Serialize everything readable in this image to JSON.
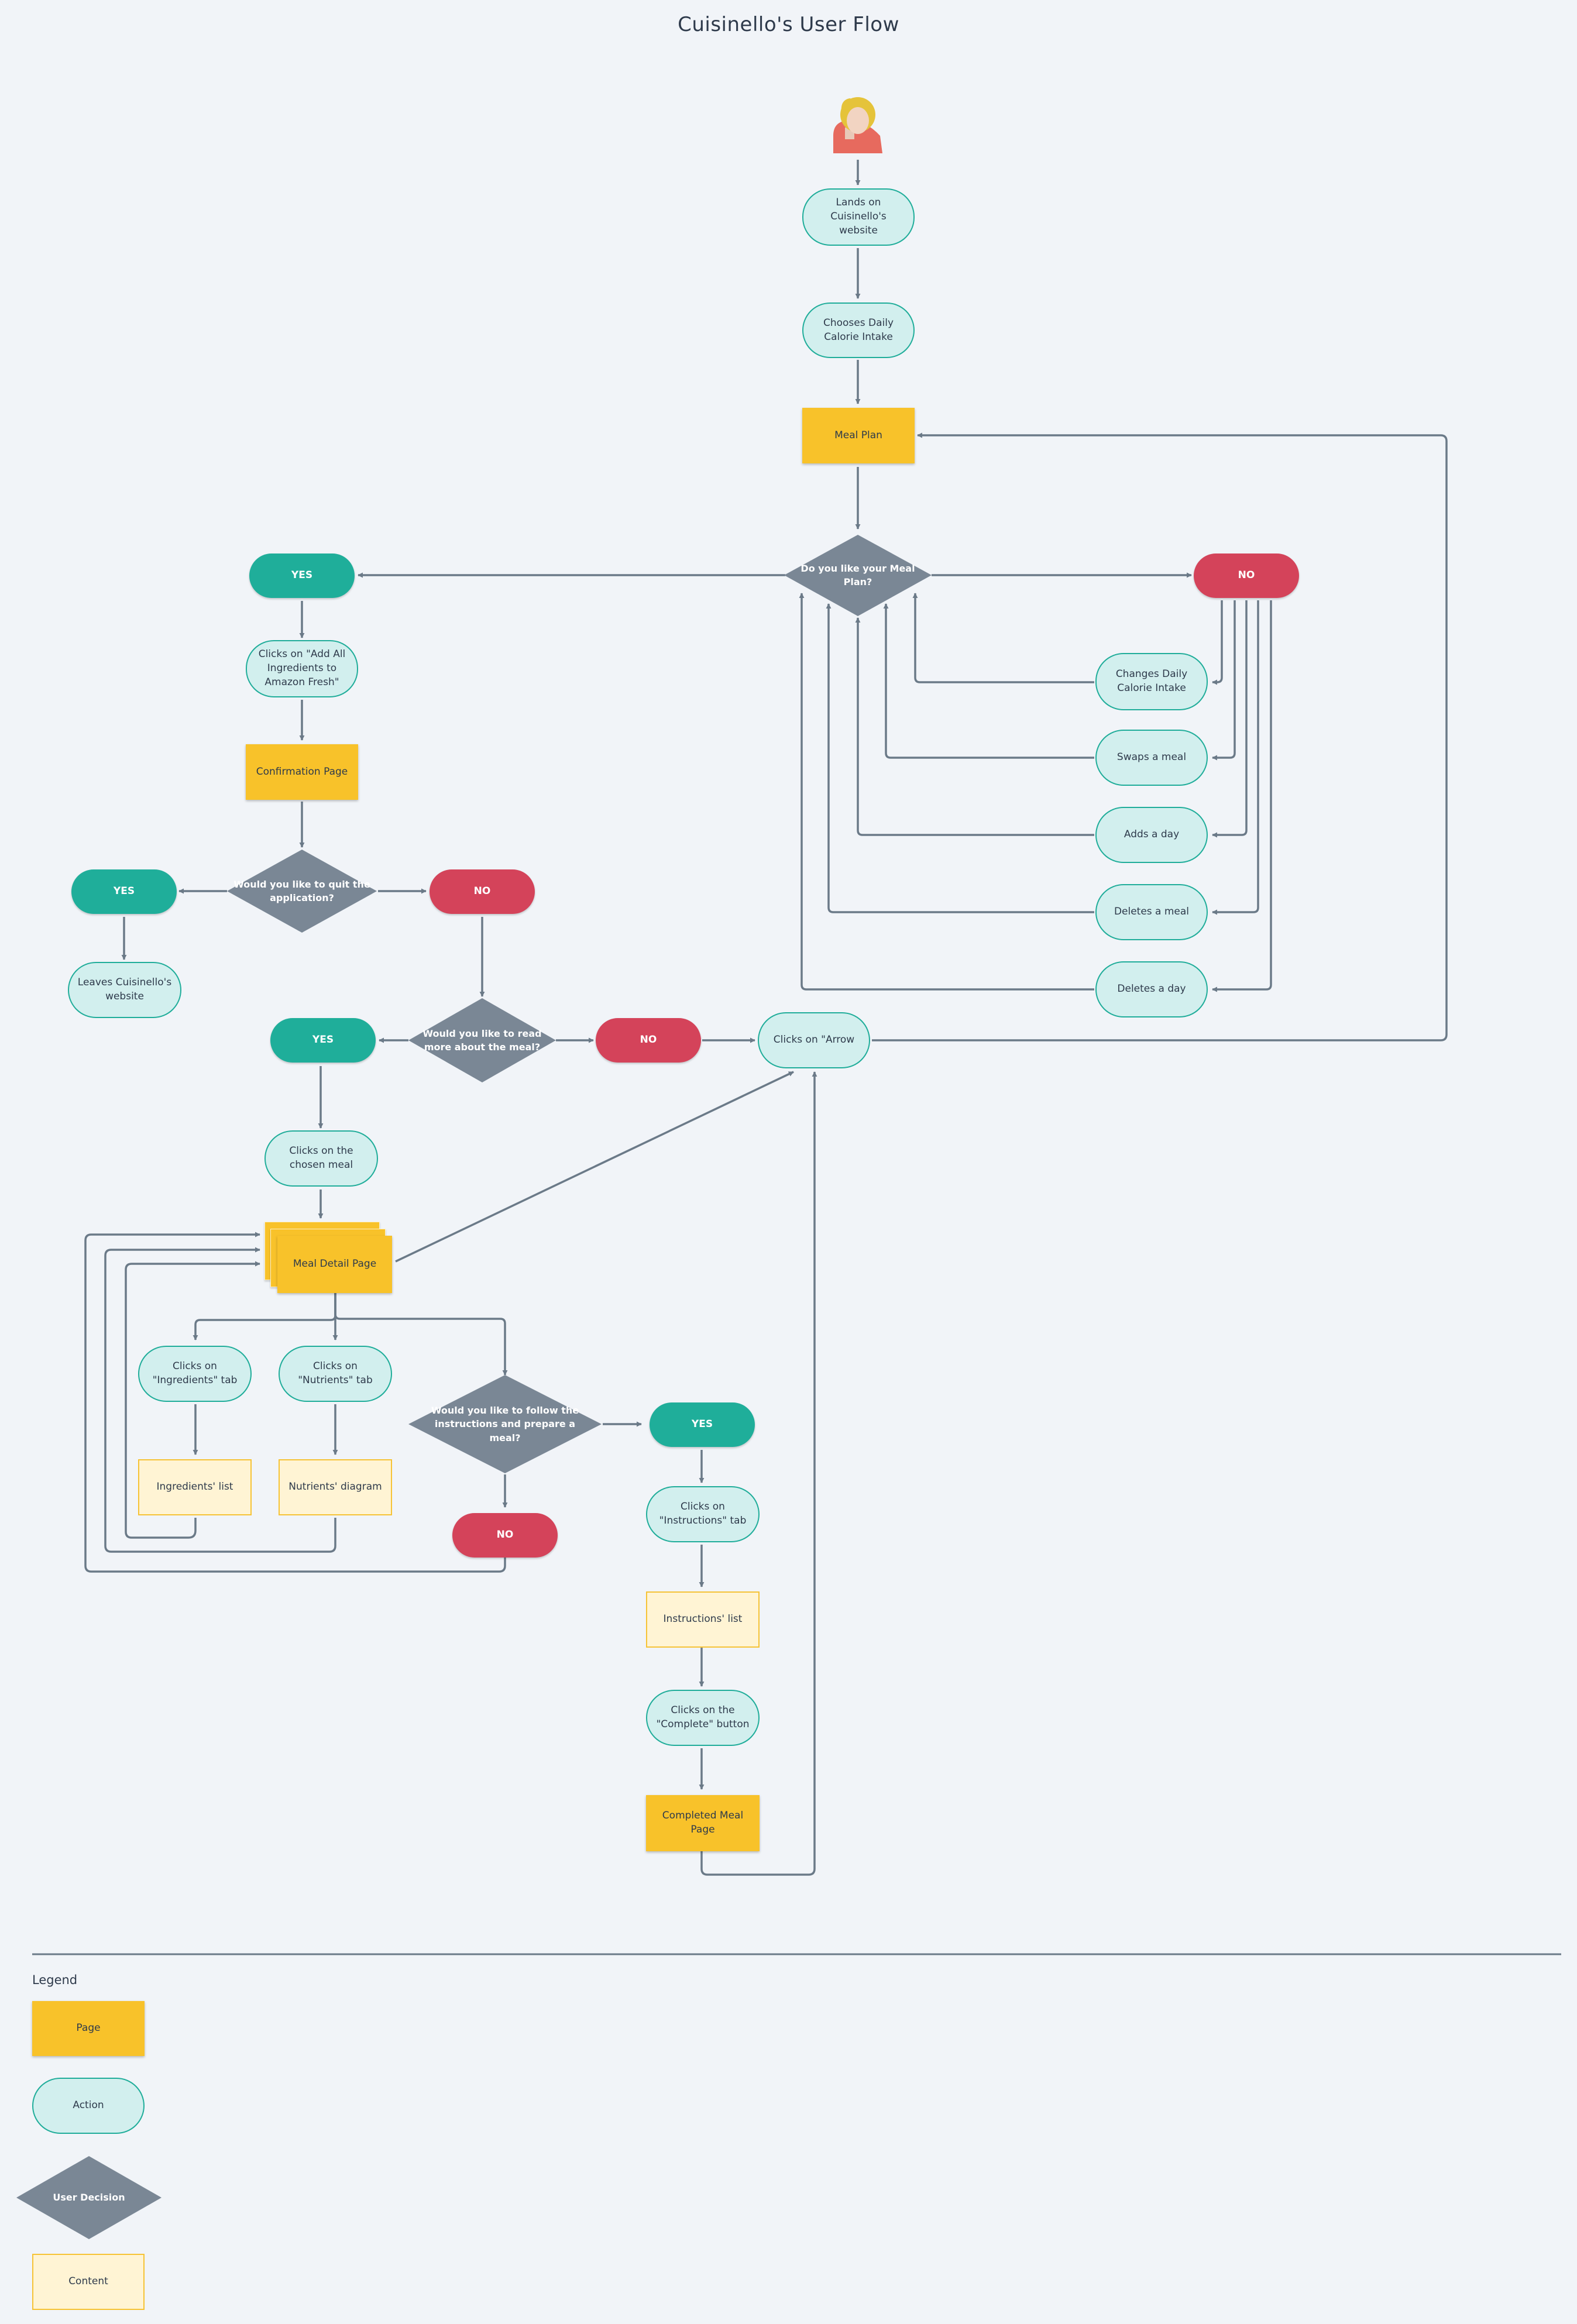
{
  "title": "Cuisinello's User Flow",
  "colors": {
    "background": "#f1f4f8",
    "page": "#f8c22a",
    "action_fill": "#d2efee",
    "action_border": "#20ad9a",
    "decision": "#7a8795",
    "content_fill": "#fff4d4",
    "yes": "#1fae9a",
    "no": "#d4435a",
    "connector": "#6b7a88"
  },
  "start_icon": "user-avatar-icon",
  "nodes": {
    "lands": "Lands on Cuisinello's website",
    "chooses_calorie": "Chooses Daily Calorie Intake",
    "meal_plan": "Meal Plan",
    "like_meal_plan": "Do you like your Meal Plan?",
    "yes_meal_plan": "YES",
    "no_meal_plan": "NO",
    "changes_calorie": "Changes Daily Calorie Intake",
    "swaps_meal": "Swaps a meal",
    "adds_day": "Adds a day",
    "deletes_meal": "Deletes a meal",
    "deletes_day": "Deletes a day",
    "add_ingredients": "Clicks on \"Add All Ingredients to Amazon Fresh\"",
    "confirmation_page": "Confirmation Page",
    "quit_question": "Would you like to quit the application?",
    "yes_quit": "YES",
    "no_quit": "NO",
    "leaves": "Leaves Cuisinello's website",
    "read_more_question": "Would you like to read more about the meal?",
    "yes_read": "YES",
    "no_read": "NO",
    "clicks_arrow": "Clicks on \"Arrow",
    "clicks_chosen_meal": "Clicks on the chosen meal",
    "meal_detail_page": "Meal Detail Page",
    "ingredients_tab": "Clicks  on \"Ingredients\" tab",
    "nutrients_tab": "Clicks on \"Nutrients\" tab",
    "ingredients_list": "Ingredients' list",
    "nutrients_diagram": "Nutrients' diagram",
    "follow_question": "Would you like to follow the instructions and prepare a meal?",
    "yes_follow": "YES",
    "no_follow": "NO",
    "instructions_tab": "Clicks on \"Instructions\" tab",
    "instructions_list": "Instructions' list",
    "complete_button": "Clicks on the \"Complete\" button",
    "completed_meal_page": "Completed Meal Page"
  },
  "legend": {
    "title": "Legend",
    "page": "Page",
    "action": "Action",
    "decision": "User Decision",
    "content": "Content"
  }
}
